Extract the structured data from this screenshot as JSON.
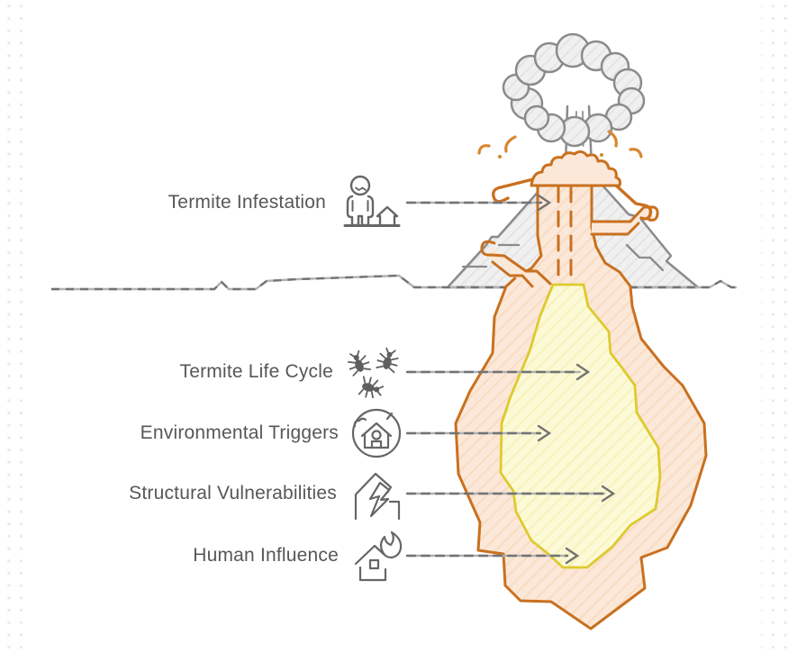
{
  "diagram": {
    "type": "iceberg-volcano-infographic",
    "rows": [
      {
        "label": "Termite Infestation",
        "icon": "person-with-house-icon"
      },
      {
        "label": "Termite Life Cycle",
        "icon": "termites-icon"
      },
      {
        "label": "Environmental Triggers",
        "icon": "house-environment-icon"
      },
      {
        "label": "Structural Vulnerabilities",
        "icon": "cracked-house-icon"
      },
      {
        "label": "Human Influence",
        "icon": "burning-house-icon"
      }
    ],
    "illustrations": [
      "erupting-volcano",
      "smoke-cloud",
      "underground-lava-zone",
      "magma-core-zone",
      "ground-horizon-line"
    ],
    "colors": {
      "outline_grey": "#8b8b8b",
      "lava_orange": "#c9701f",
      "magma_yellow": "#ddca2e",
      "mountain_fill": "#f0f0f0",
      "lava_fill": "#fce8d8",
      "magma_fill": "#fcfad6",
      "label_text": "#575757",
      "arrow_grey": "#737373",
      "background_dot": "#e9e9e9"
    }
  }
}
